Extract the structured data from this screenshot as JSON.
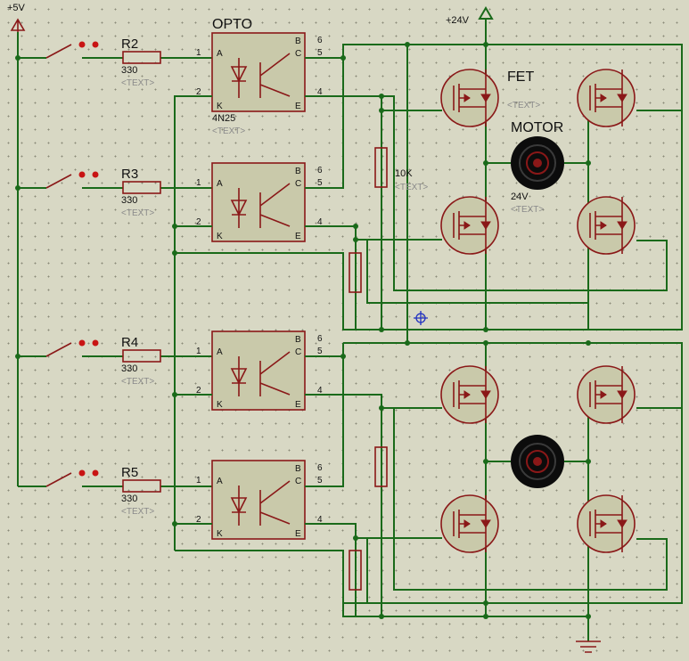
{
  "supply": {
    "v5": "+5V",
    "v24": "+24V"
  },
  "switches": [
    {
      "ref": "R2",
      "value": "330",
      "text": "<TEXT>"
    },
    {
      "ref": "R3",
      "value": "330",
      "text": "<TEXT>"
    },
    {
      "ref": "R4",
      "value": "330",
      "text": "<TEXT>"
    },
    {
      "ref": "R5",
      "value": "330",
      "text": "<TEXT>"
    }
  ],
  "opto": {
    "title": "OPTO",
    "part": "4N25",
    "text": "<TEXT>",
    "pins": {
      "anode": "A",
      "cathode": "K",
      "base": "B",
      "collector": "C",
      "emitter": "E",
      "n1": "1",
      "n2": "2",
      "n4": "4",
      "n5": "5",
      "n6": "6"
    }
  },
  "pulldown": {
    "value": "10K",
    "text": "<TEXT>"
  },
  "fet": {
    "title": "FET",
    "text": "<TEXT>"
  },
  "motor": {
    "title": "MOTOR",
    "value": "24V",
    "text": "<TEXT>"
  },
  "colors": {
    "wire": "#1a6a1a",
    "component": "#8a1818",
    "body": "#c9c9aa",
    "background": "#d8d8c4"
  }
}
